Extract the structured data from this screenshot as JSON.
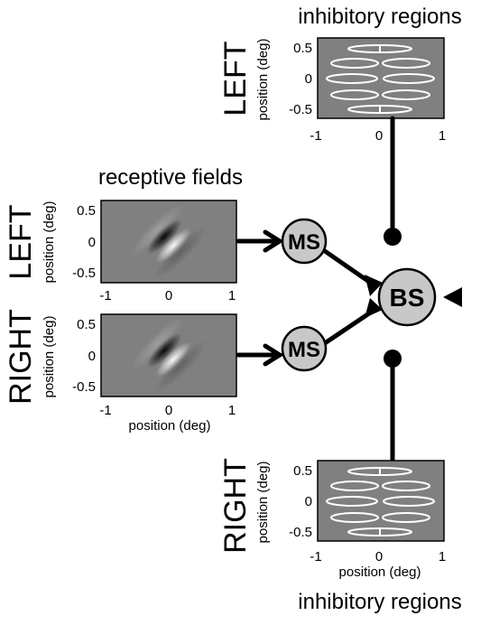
{
  "top_panel": {
    "title": "inhibitory regions",
    "eye_label": "LEFT",
    "y_axis_label": "position (deg)",
    "y_ticks": [
      "0.5",
      "0",
      "-0.5"
    ],
    "x_ticks": [
      "-1",
      "0",
      "1"
    ]
  },
  "receptive_fields": {
    "title": "receptive fields",
    "left": {
      "eye_label": "LEFT",
      "y_axis_label": "position (deg)",
      "y_ticks": [
        "0.5",
        "0",
        "-0.5"
      ],
      "x_ticks": [
        "-1",
        "0",
        "1"
      ]
    },
    "right": {
      "eye_label": "RIGHT",
      "y_axis_label": "position (deg)",
      "y_ticks": [
        "0.5",
        "0",
        "-0.5"
      ],
      "x_ticks": [
        "-1",
        "0",
        "1"
      ],
      "x_axis_label": "position (deg)"
    }
  },
  "nodes": {
    "ms_top": "MS",
    "ms_bottom": "MS",
    "bs": "BS"
  },
  "bottom_panel": {
    "title": "inhibitory regions",
    "eye_label": "RIGHT",
    "y_axis_label": "position (deg)",
    "y_ticks": [
      "0.5",
      "0",
      "-0.5"
    ],
    "x_ticks": [
      "-1",
      "0",
      "1"
    ],
    "x_axis_label": "position (deg)"
  },
  "colors": {
    "panel_gray": "#808080",
    "node_fill": "#c8c8c8",
    "ink": "#000000"
  }
}
